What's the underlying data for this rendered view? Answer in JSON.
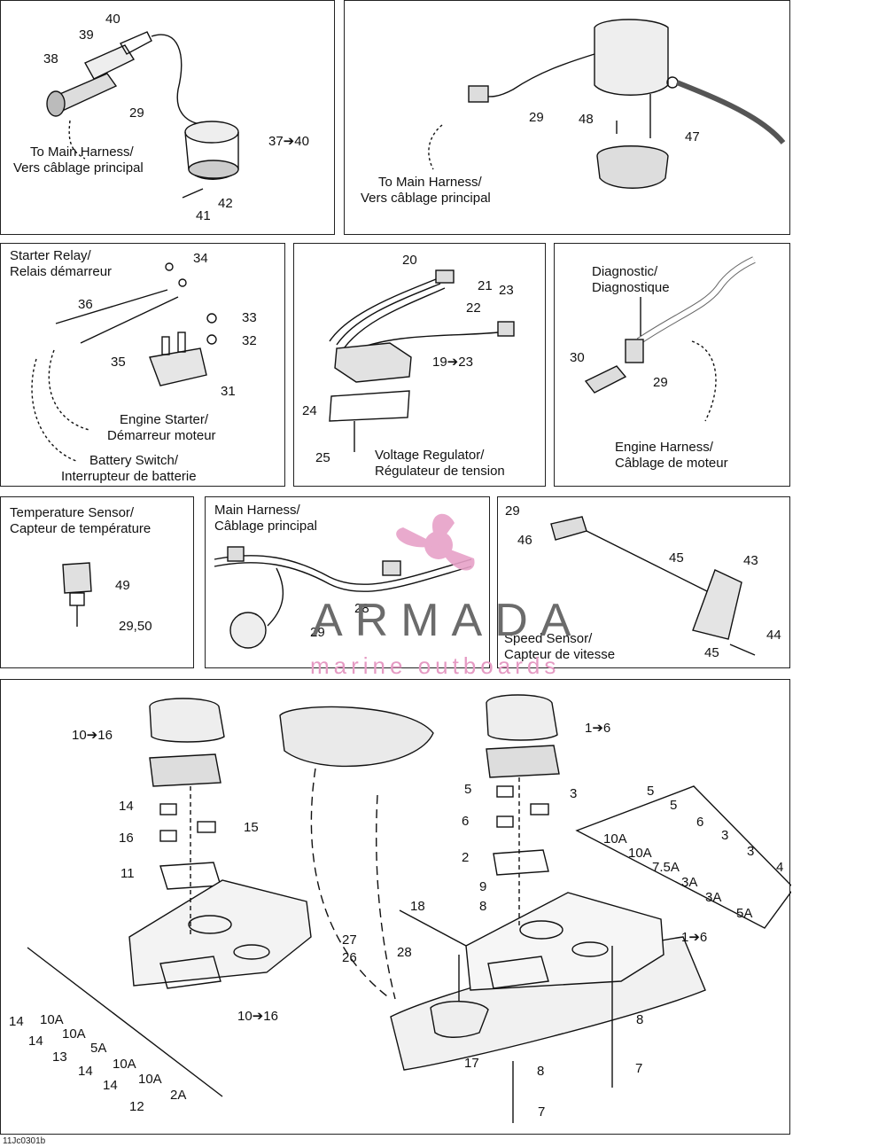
{
  "panels": {
    "p1": {
      "labels": [
        "40",
        "39",
        "38",
        "29",
        "37➔40",
        "42",
        "41"
      ],
      "caption_en": "To Main Harness/",
      "caption_fr": "Vers câblage principal"
    },
    "p2": {
      "labels": [
        "29",
        "48",
        "47"
      ],
      "caption_en": "To Main Harness/",
      "caption_fr": "Vers câblage principal"
    },
    "p3": {
      "title_en": "Starter Relay/",
      "title_fr": "Relais démarreur",
      "labels": [
        "34",
        "36",
        "33",
        "32",
        "35",
        "31"
      ],
      "starter_en": "Engine Starter/",
      "starter_fr": "Démarreur moteur",
      "battery_en": "Battery Switch/",
      "battery_fr": "Interrupteur de batterie"
    },
    "p4": {
      "labels": [
        "20",
        "21",
        "23",
        "22",
        "19➔23",
        "24",
        "25"
      ],
      "title_en": "Voltage Regulator/",
      "title_fr": "Régulateur de tension"
    },
    "p5": {
      "title_en": "Diagnostic/",
      "title_fr": "Diagnostique",
      "labels": [
        "30",
        "29"
      ],
      "harness_en": "Engine Harness/",
      "harness_fr": "Câblage de moteur"
    },
    "p6": {
      "title_en": "Temperature Sensor/",
      "title_fr": "Capteur de température",
      "labels": [
        "49",
        "29,50"
      ]
    },
    "p7": {
      "title_en": "Main Harness/",
      "title_fr": "Câblage principal",
      "labels": [
        "28",
        "29"
      ]
    },
    "p8": {
      "labels": [
        "29",
        "46",
        "45",
        "43",
        "44",
        "45"
      ],
      "title_en": "Speed Sensor/",
      "title_fr": "Capteur de vitesse"
    },
    "p9": {
      "left_labels": [
        "10➔16",
        "14",
        "16",
        "15",
        "11",
        "27",
        "26",
        "10➔16"
      ],
      "fuse_labels": [
        "14",
        "10A",
        "14",
        "10A",
        "13",
        "5A",
        "14",
        "10A",
        "14",
        "10A",
        "12",
        "2A"
      ],
      "right_labels": [
        "1➔6",
        "5",
        "3",
        "6",
        "2",
        "9",
        "18",
        "8",
        "28",
        "17",
        "8",
        "7",
        "8",
        "7",
        "1➔6"
      ],
      "fuse_right": [
        "5",
        "10A",
        "5",
        "10A",
        "6",
        "7.5A",
        "3",
        "3A",
        "3",
        "3A",
        "4",
        "5A"
      ]
    }
  },
  "watermark": {
    "word": "ARMADA",
    "sub": "marine outboards"
  },
  "drawing_code": "11Jc0301b"
}
